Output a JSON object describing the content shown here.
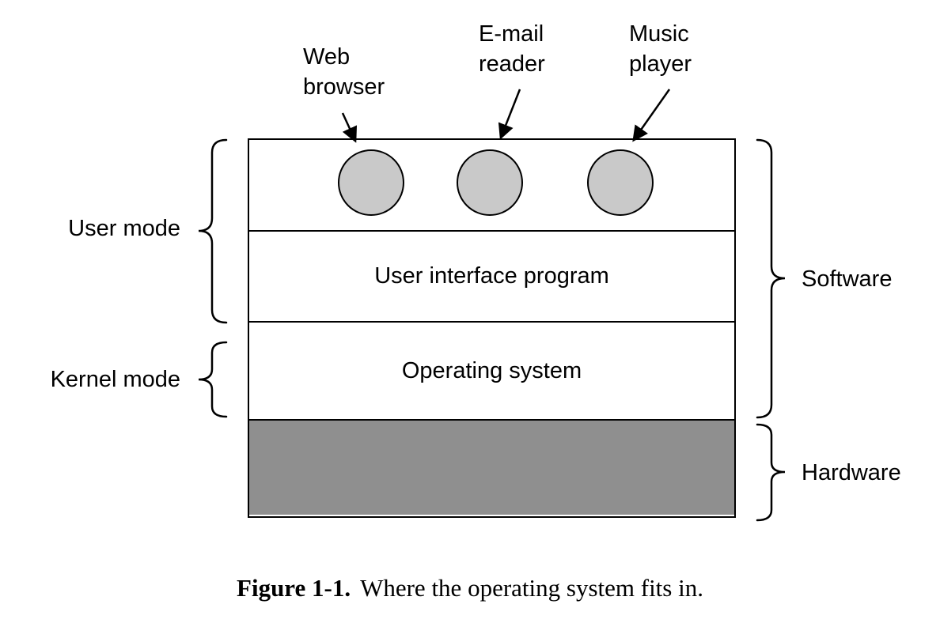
{
  "figure": {
    "app_labels": [
      {
        "line1": "Web",
        "line2": "browser"
      },
      {
        "line1": "E-mail",
        "line2": "reader"
      },
      {
        "line1": "Music",
        "line2": "player"
      }
    ],
    "layers": {
      "user_interface_program": "User interface program",
      "operating_system": "Operating system"
    },
    "side_labels": {
      "user_mode": "User mode",
      "kernel_mode": "Kernel mode",
      "software": "Software",
      "hardware": "Hardware"
    },
    "caption": {
      "label": "Figure 1-1.",
      "text": "Where the operating system fits in."
    },
    "colors": {
      "circle_fill": "#c9c9c9",
      "hardware_fill": "#8f8f8f",
      "line": "#000000",
      "background": "#ffffff"
    }
  }
}
